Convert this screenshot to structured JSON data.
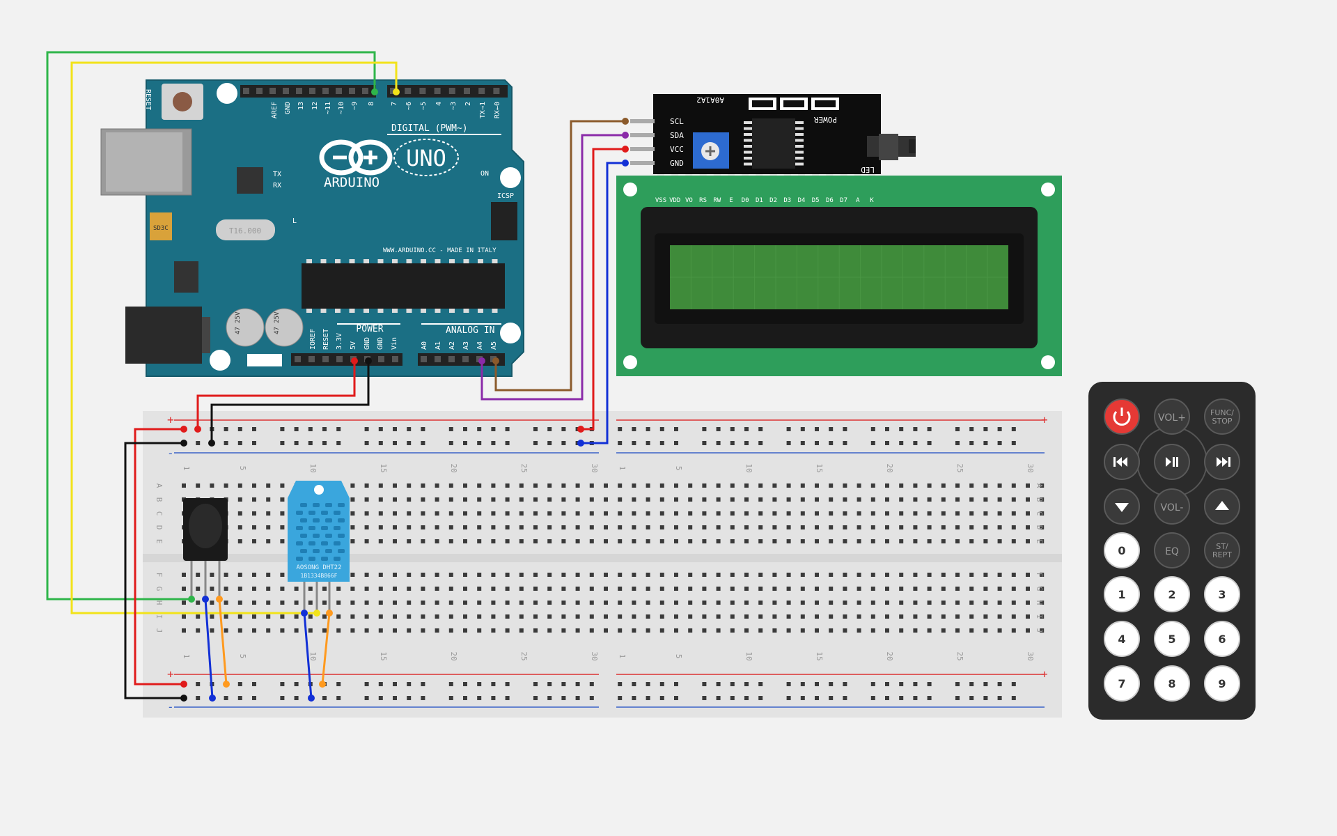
{
  "arduino": {
    "brand": "ARDUINO",
    "model": "UNO",
    "reset_label": "RESET",
    "digital_label": "DIGITAL (PWM~)",
    "digital_pins": [
      "AREF",
      "GND",
      "13",
      "12",
      "~11",
      "~10",
      "~9",
      "8",
      "7",
      "~6",
      "~5",
      "4",
      "~3",
      "2",
      "TX→1",
      "RX←0"
    ],
    "tx_label": "TX",
    "rx_label": "RX",
    "on_label": "ON",
    "icsp_label": "ICSP",
    "website": "WWW.ARDUINO.CC - MADE IN ITALY",
    "power_label": "POWER",
    "analog_label": "ANALOG IN",
    "power_pins": [
      "IOREF",
      "RESET",
      "3.3V",
      "5V",
      "GND",
      "GND",
      "Vin"
    ],
    "analog_pins": [
      "A0",
      "A1",
      "A2",
      "A3",
      "A4",
      "A5"
    ],
    "l_label": "L",
    "cap_rating": "47 25V",
    "crystal": "T16.000",
    "chip_label": "SD3C"
  },
  "i2c_module": {
    "pins": [
      "SCL",
      "SDA",
      "VCC",
      "GND"
    ],
    "addr_label": "A0A1A2",
    "power_label": "POWER",
    "led_label": "LED"
  },
  "lcd": {
    "pins": [
      "VSS",
      "VDD",
      "VO",
      "RS",
      "RW",
      "E",
      "D0",
      "D1",
      "D2",
      "D3",
      "D4",
      "D5",
      "D6",
      "D7",
      "A",
      "K"
    ]
  },
  "breadboard": {
    "column_numbers": [
      "1",
      "5",
      "10",
      "15",
      "20",
      "25",
      "30"
    ],
    "rows_top": [
      "A",
      "B",
      "C",
      "D",
      "E"
    ],
    "rows_bottom": [
      "F",
      "G",
      "H",
      "I",
      "J"
    ],
    "rail_plus": "+",
    "rail_minus": "-"
  },
  "dht_sensor": {
    "label1": "AOSONG DHT22",
    "label2": "1B1334B866F"
  },
  "remote": {
    "buttons": [
      [
        "power",
        "VOL+",
        "FUNC/ STOP"
      ],
      [
        "prev",
        "play-pause",
        "next"
      ],
      [
        "down",
        "VOL-",
        "up"
      ],
      [
        "0",
        "EQ",
        "ST/ REPT"
      ],
      [
        "1",
        "2",
        "3"
      ],
      [
        "4",
        "5",
        "6"
      ],
      [
        "7",
        "8",
        "9"
      ]
    ]
  },
  "colors": {
    "arduino_board": "#1b6f84",
    "lcd_board": "#2e9e5b",
    "lcd_screen": "#3f8b3a",
    "breadboard": "#e3e3e3",
    "dht_body": "#3aa6dd",
    "wire_red": "#e01b1b",
    "wire_black": "#111111",
    "wire_green": "#2fb54a",
    "wire_yellow": "#f2e31a",
    "wire_blue": "#1230d6",
    "wire_orange": "#ff9a1f",
    "wire_purple": "#8a2aa8",
    "wire_brown": "#8b5a2b",
    "remote_body": "#2b2b2b",
    "remote_power": "#e53935"
  }
}
